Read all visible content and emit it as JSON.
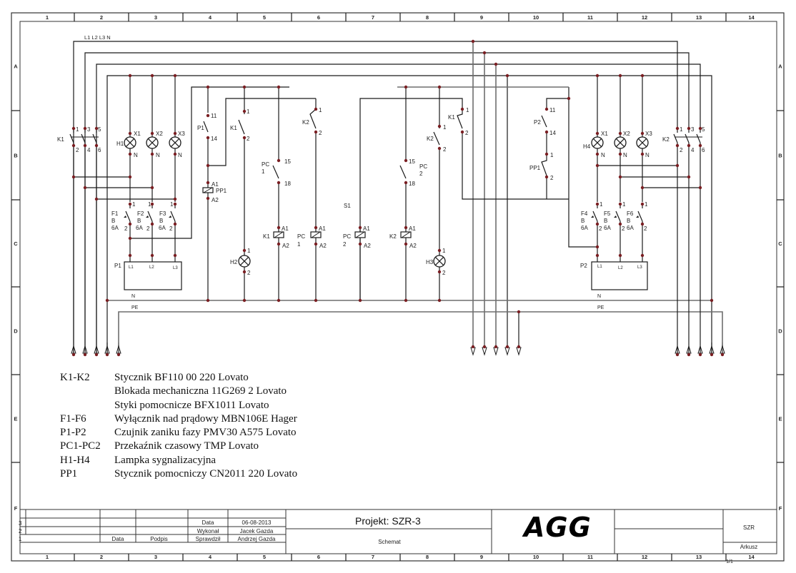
{
  "frame": {
    "columns": [
      "1",
      "2",
      "3",
      "4",
      "5",
      "6",
      "7",
      "8",
      "9",
      "10",
      "11",
      "12",
      "13",
      "14"
    ],
    "rows": [
      "A",
      "B",
      "C",
      "D",
      "E",
      "F"
    ]
  },
  "bus": {
    "label": "L1  L2  L3  N",
    "n_label": "N",
    "pe_label": "PE"
  },
  "labels": {
    "k1": "K1",
    "k2": "K2",
    "h1": "H1",
    "h2": "H2",
    "h3": "H3",
    "h4": "H4",
    "x1": "X1",
    "x2": "X2",
    "x3": "X3",
    "n": "N",
    "f1": "F1",
    "f2": "F2",
    "f3": "F3",
    "f4": "F4",
    "f5": "F5",
    "f6": "F6",
    "b": "B",
    "a6": "6A",
    "p1": "P1",
    "p2": "P2",
    "pp1": "PP1",
    "pc": "PC",
    "pc1n": "1",
    "pc2n": "2",
    "s1": "S1",
    "a1": "A1",
    "a2": "A2",
    "t1": "1",
    "t2": "2",
    "t3": "3",
    "t4": "4",
    "t5": "5",
    "t6": "6",
    "t11": "11",
    "t14": "14",
    "t15": "15",
    "t18": "18",
    "l1": "L1",
    "l2": "L2",
    "l3": "L3"
  },
  "legend": [
    {
      "code": "K1-K2",
      "text": "Stycznik BF110 00 220 Lovato"
    },
    {
      "code": "",
      "text": "Blokada mechaniczna 11G269 2 Lovato"
    },
    {
      "code": "",
      "text": "Styki pomocnicze BFX1011 Lovato"
    },
    {
      "code": "F1-F6",
      "text": "Wyłącznik nad prądowy MBN106E  Hager"
    },
    {
      "code": "P1-P2",
      "text": "Czujnik zaniku fazy PMV30 A575 Lovato"
    },
    {
      "code": "PC1-PC2",
      "text": "Przekaźnik czasowy TMP  Lovato"
    },
    {
      "code": "H1-H4",
      "text": "Lampka sygnalizacyjna"
    },
    {
      "code": "PP1",
      "text": "Stycznik pomocniczy CN2011 220 Lovato"
    }
  ],
  "title_block": {
    "rev_numbers": [
      "3",
      "2",
      "1"
    ],
    "col_data": "Data",
    "col_podpis": "Podpis",
    "data_label": "Data",
    "data_value": "06-08-2013",
    "wykonal_label": "Wykonał",
    "wykonal_value": "Jacek Gazda",
    "sprawdzil_label": "Sprawdził",
    "sprawdzil_value": "Andrzej Gazda",
    "project": "Projekt:  SZR-3",
    "schemat": "Schemat",
    "logo": "AGG",
    "code": "SZR",
    "arkusz_label": "Arkusz",
    "sheet": "1/1"
  },
  "colors": {
    "wire": "#1a1a1a",
    "wire_gray": "#6e6e6e",
    "node": "#7a1e22",
    "frame": "#333333"
  }
}
